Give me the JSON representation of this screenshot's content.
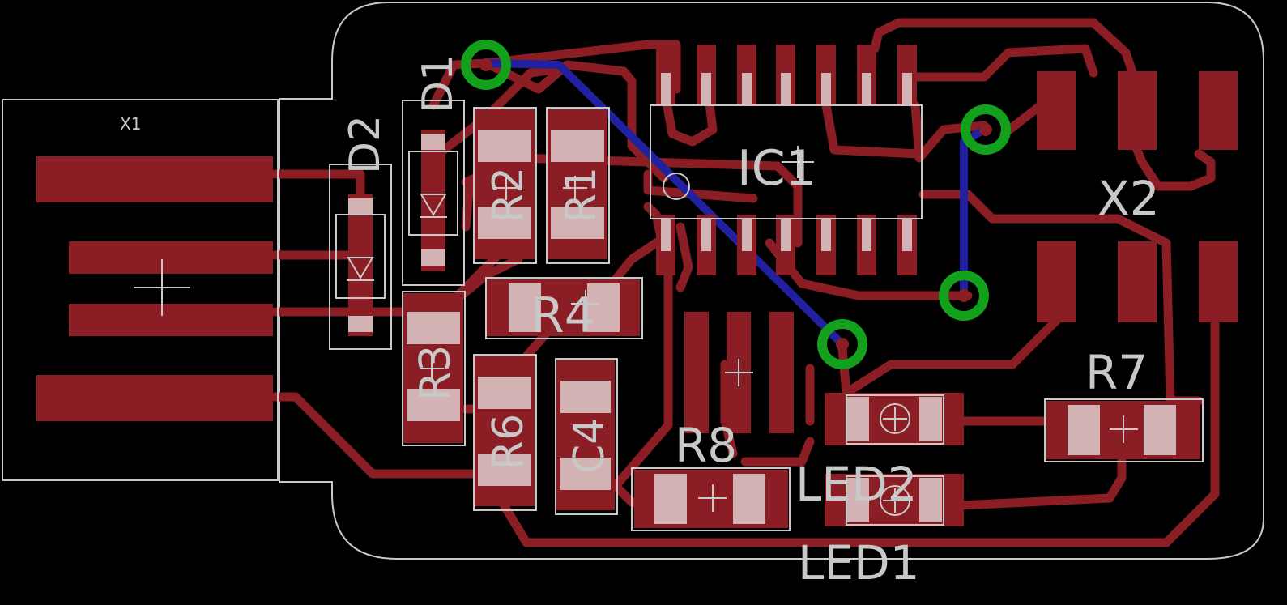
{
  "colors": {
    "background": "#000000",
    "copper_top": "#8b1d24",
    "copper_bottom": "#2020a0",
    "via": "#13a01c",
    "silkscreen": "#c8c8c8",
    "pad_highlight": "#d3b2b3"
  },
  "labels": {
    "x1": "X1",
    "x2": "X2",
    "d1": "D1",
    "d2": "D2",
    "ic1": "IC1",
    "r1": "R1",
    "r2": "R2",
    "r3": "R3",
    "r4": "R4",
    "r6": "R6",
    "r7": "R7",
    "r8": "R8",
    "c4": "C4",
    "led1": "LED1",
    "led2": "LED2"
  }
}
